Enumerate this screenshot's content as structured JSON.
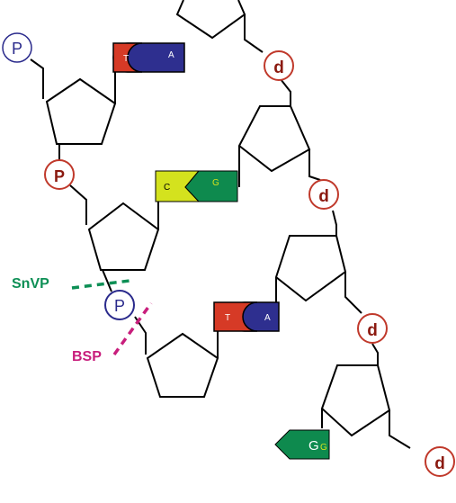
{
  "colors": {
    "strand": "#000000",
    "p_blue": "#2a2a8c",
    "p_red": "#c0392b",
    "base_t": "#d63a26",
    "base_a": "#2e2f8f",
    "base_c": "#d4e21e",
    "base_g": "#0e8a4e",
    "snvp": "#0d8f55",
    "bsp": "#c81e7c"
  },
  "phosphates": {
    "top_left": "P",
    "middle_left": "P",
    "cleavage": "P",
    "right_1": "d",
    "right_2": "d",
    "right_3": "d",
    "right_4": "d"
  },
  "bases": {
    "pair1_left": "T",
    "pair1_right": "A",
    "pair2_left": "C",
    "pair2_right": "G",
    "pair3_left": "T",
    "pair3_right": "A",
    "unpaired": "G",
    "unpaired_small": "G"
  },
  "enzymes": {
    "snvp": "SnVP",
    "bsp": "BSP"
  }
}
